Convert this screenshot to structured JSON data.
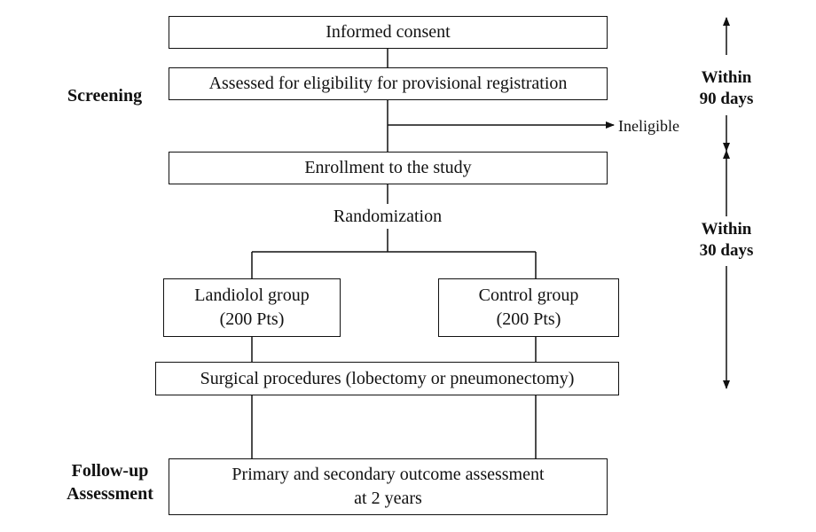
{
  "boxes": {
    "informed_consent": "Informed consent",
    "eligibility": "Assessed for eligibility for provisional registration",
    "enrollment": "Enrollment to the study",
    "landiolol": {
      "line1": "Landiolol group",
      "line2": "(200 Pts)"
    },
    "control": {
      "line1": "Control group",
      "line2": "(200 Pts)"
    },
    "surgical": "Surgical procedures (lobectomy or pneumonectomy)",
    "outcome": {
      "line1": "Primary and secondary outcome assessment",
      "line2": "at 2 years"
    }
  },
  "labels": {
    "randomization": "Randomization",
    "ineligible": "Ineligible"
  },
  "phases": {
    "screening": "Screening",
    "followup": {
      "line1": "Follow-up",
      "line2": "Assessment"
    }
  },
  "timeline": {
    "within90": {
      "line1": "Within",
      "line2": "90 days"
    },
    "within30": {
      "line1": "Within",
      "line2": "30 days"
    }
  }
}
